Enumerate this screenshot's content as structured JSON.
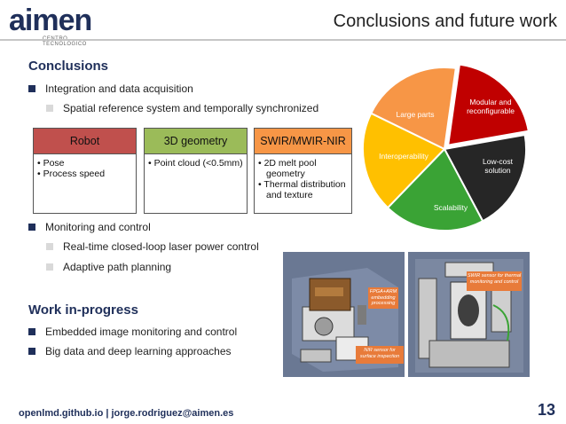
{
  "logo": {
    "text": "aimen",
    "subtitle": "CENTRO TECNOLÓGICO"
  },
  "slide": {
    "title": "Conclusions and future work",
    "page_number": "13"
  },
  "conclusions": {
    "heading": "Conclusions",
    "bullet1": "Integration and data acquisition",
    "sub1": "Spatial reference system and temporally synchronized",
    "boxes": [
      {
        "header": "Robot",
        "color": "#c0504d",
        "lines": [
          "• Pose",
          "• Process speed"
        ]
      },
      {
        "header": "3D geometry",
        "color": "#9bbb59",
        "lines": [
          "• Point cloud (<0.5mm)"
        ]
      },
      {
        "header": "SWIR/MWIR-NIR",
        "color": "#f79646",
        "lines": [
          "• 2D melt pool geometry",
          "• Thermal distribution and texture"
        ]
      }
    ],
    "bullet2": "Monitoring and control",
    "sub2": "Real-time closed-loop laser power control",
    "sub3": "Adaptive path planning"
  },
  "work": {
    "heading": "Work in-progress",
    "bullet1": "Embedded image monitoring and control",
    "bullet2": "Big data and deep learning approaches"
  },
  "pie": {
    "colors": [
      "#c00000",
      "#262626",
      "#3aa335",
      "#ffc000",
      "#f79646"
    ],
    "labels": [
      "Modular and reconfigurable",
      "Low-cost solution",
      "Scalability",
      "Interoperability",
      "Large parts"
    ]
  },
  "renders": {
    "left_tags": [
      "FPGA+ARM embedding processing",
      "NIR sensor for surface inspection"
    ],
    "right_tag": "SWIR sensor for thermal monitoring and control"
  },
  "footer": {
    "text": "openlmd.github.io | jorge.rodriguez@aimen.es"
  }
}
